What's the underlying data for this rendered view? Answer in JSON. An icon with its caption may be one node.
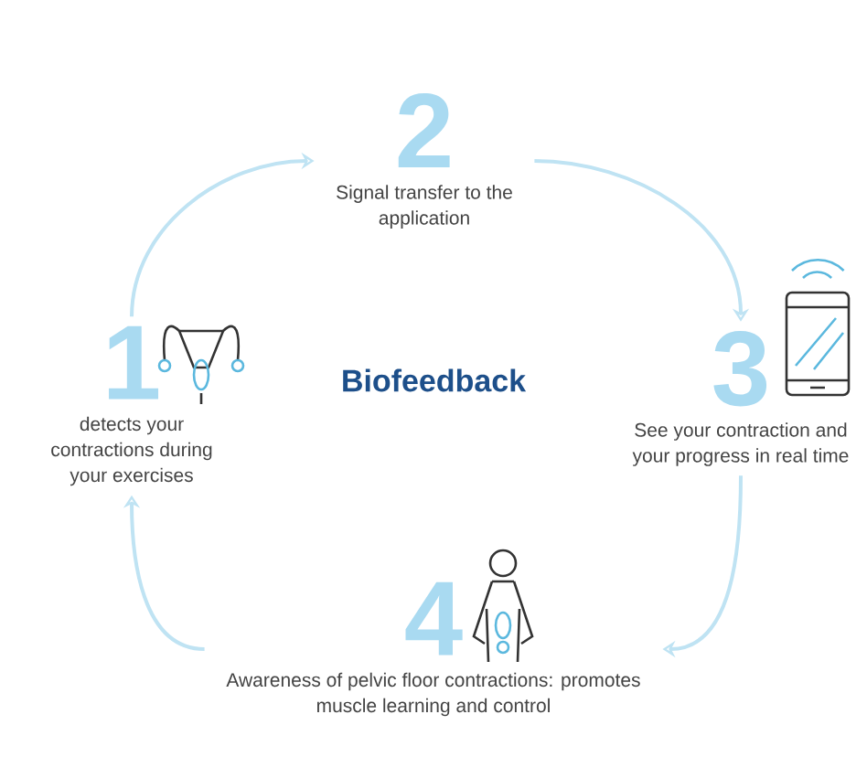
{
  "diagram": {
    "title": "Biofeedback",
    "nodes": [
      {
        "text": [
          "1",
          "detects your contractions during your exercises"
        ]
      },
      {
        "text": [
          "2",
          "Signal transfer to the application"
        ]
      },
      {
        "text": [
          "3",
          "See your contraction and your progress in real time"
        ]
      },
      {
        "text": [
          "4",
          "Awareness of pelvic floor contractions: promotes muscle learning and control"
        ]
      }
    ],
    "edges": [
      {
        "from": 0,
        "to": 1,
        "arrow": "to"
      },
      {
        "from": 1,
        "to": 2,
        "arrow": "to"
      },
      {
        "from": 2,
        "to": 3,
        "arrow": "to"
      },
      {
        "from": 3,
        "to": 0,
        "arrow": "to"
      }
    ]
  }
}
